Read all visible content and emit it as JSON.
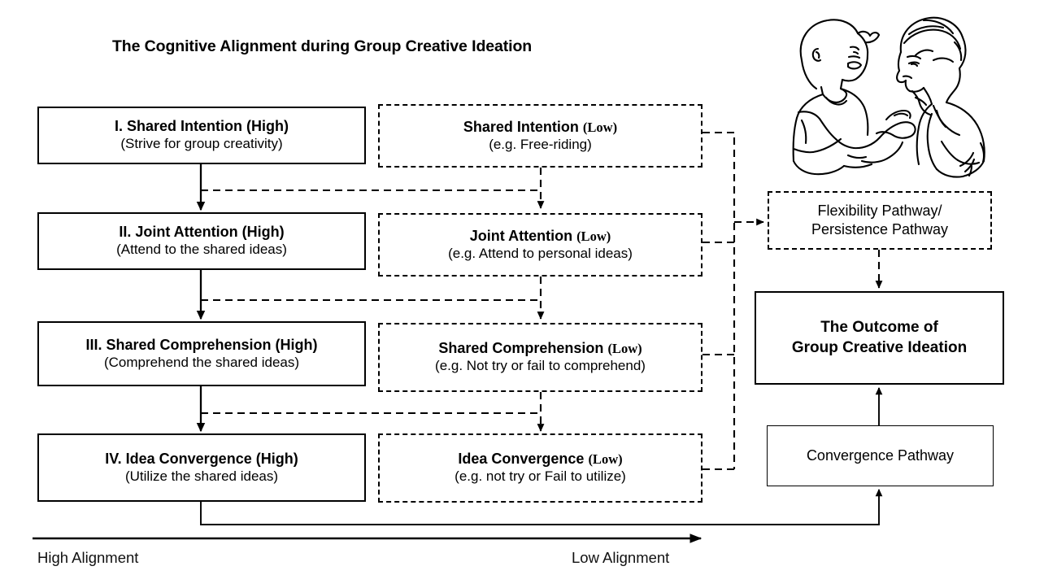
{
  "title": "The Cognitive Alignment during Group Creative Ideation",
  "axis": {
    "high_label": "High Alignment",
    "low_label": "Low Alignment",
    "direction": "left-to-right arrow from high alignment to low alignment"
  },
  "high_column": [
    {
      "id": "shared-intention-high",
      "heading": "I. Shared Intention (High)",
      "detail": "(Strive for group creativity)"
    },
    {
      "id": "joint-attention-high",
      "heading": "II. Joint Attention (High)",
      "detail": "(Attend to the shared ideas)"
    },
    {
      "id": "shared-comprehension-high",
      "heading": "III. Shared Comprehension (High)",
      "detail": "(Comprehend the shared ideas)"
    },
    {
      "id": "idea-convergence-high",
      "heading": "IV. Idea Convergence (High)",
      "detail": "(Utilize the shared ideas)"
    }
  ],
  "low_column": [
    {
      "id": "shared-intention-low",
      "heading_main": "Shared Intention ",
      "heading_qual": "(Low)",
      "detail": "(e.g. Free-riding)"
    },
    {
      "id": "joint-attention-low",
      "heading_main": "Joint Attention ",
      "heading_qual": "(Low)",
      "detail": "(e.g. Attend to personal ideas)"
    },
    {
      "id": "shared-comprehension-low",
      "heading_main": "Shared Comprehension ",
      "heading_qual": "(Low)",
      "detail": "(e.g. Not try or fail to comprehend)"
    },
    {
      "id": "idea-convergence-low",
      "heading_main": "Idea Convergence ",
      "heading_qual": "(Low)",
      "detail": "(e.g. not try or Fail to utilize)"
    }
  ],
  "outcome_column": {
    "flexibility": {
      "line1": "Flexibility Pathway/",
      "line2": "Persistence Pathway"
    },
    "outcome": {
      "line1": "The Outcome of",
      "line2": "Group Creative Ideation"
    },
    "convergence": {
      "label": "Convergence Pathway"
    }
  },
  "illustration": {
    "name": "two-people-conversing-sketch",
    "description": "Black-and-white line drawing of a man gesturing while speaking to a woman resting her chin on her hand"
  },
  "colors": {
    "stroke": "#000000",
    "background": "#ffffff"
  }
}
